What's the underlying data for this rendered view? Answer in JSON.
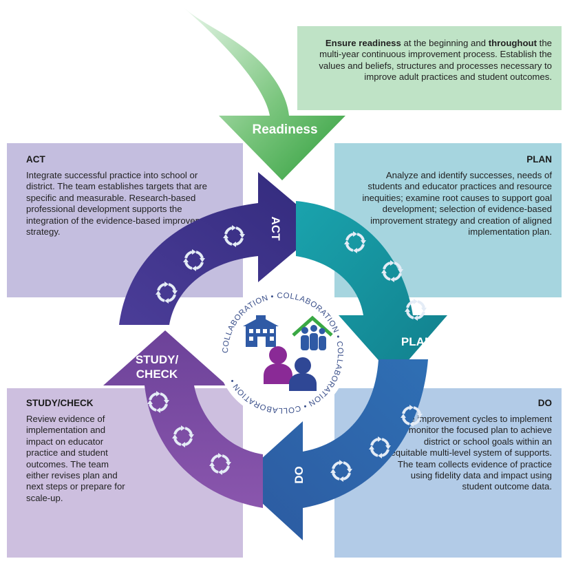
{
  "readiness": {
    "label": "Readiness",
    "text_bold_1": "Ensure readiness",
    "text_1": " at the beginning and ",
    "text_bold_2": "throughout",
    "text_2": " the multi-year continuous improvement process. Establish the values and beliefs, structures and processes necessary to improve adult practices and student outcomes."
  },
  "act": {
    "heading": "ACT",
    "label": "ACT",
    "text": "Integrate successful practice into school or district. The team establishes targets that are specific and measurable. Research-based professional development supports the integration of the evidence-based improvement strategy."
  },
  "plan": {
    "heading": "PLAN",
    "label": "PLAN",
    "text": "Analyze and identify successes, needs of students and educator practices and resource inequities; examine root causes to support goal development; selection of evidence-based improvement strategy and creation of aligned implementation plan."
  },
  "study": {
    "heading": "STUDY/CHECK",
    "label_line1": "STUDY/",
    "label_line2": "CHECK",
    "text": "Review evidence of implementation and impact on educator practice and student outcomes. The team either revises plan and next steps or prepare for scale-up."
  },
  "do": {
    "heading": "DO",
    "label": "DO",
    "text": "Use improvement cycles to implement and monitor the focused plan to achieve district or school goals within an equitable multi-level system of supports. The team collects evidence of practice using fidelity data and impact using student outcome data."
  },
  "center": {
    "ring_text": "COLLABORATION • COLLABORATION • COLLABORATION • COLLABORATION •"
  },
  "colors": {
    "readiness_arrow": "#3aa844",
    "act_arrow": "#3c3389",
    "plan_arrow": "#168f9b",
    "do_arrow": "#2a64a8",
    "study_arrow": "#74489e",
    "readiness_box": "#bfe3c6",
    "act_box": "#c4bedf",
    "plan_box": "#a6d5df",
    "study_box": "#cdbfdf",
    "do_box": "#b2cbe7"
  }
}
